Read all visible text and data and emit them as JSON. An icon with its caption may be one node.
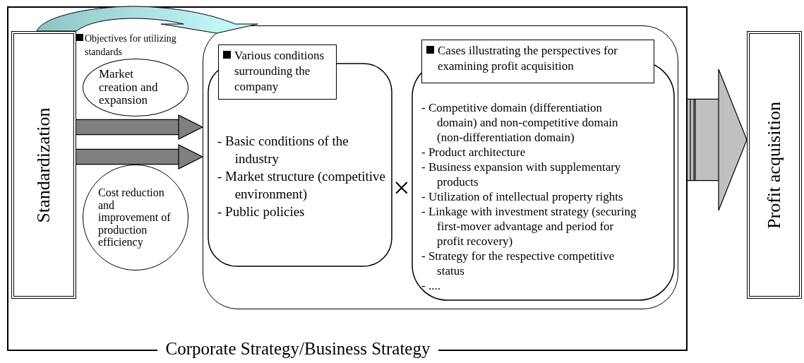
{
  "diagram": {
    "nodes": [
      {
        "text": [
          "Corporate Strategy/Business Strategy"
        ]
      },
      {
        "text": [
          "Standardization"
        ],
        "in": 0
      },
      {
        "text": [
          "Market creation and expansion"
        ],
        "in": 0
      },
      {
        "text": [
          "Cost reduction and improvement of production efficiency"
        ],
        "in": 0
      },
      {
        "text": [],
        "shape": "box",
        "in": 0
      },
      {
        "text": [
          "Various conditions surrounding the company",
          "- Basic conditions of the industry",
          "- Market structure (competitive environment)",
          "- Public policies"
        ],
        "in": 4
      },
      {
        "text": [
          "Cases illustrating the perspectives for examining profit acquisition",
          "- Competitive domain (differentiation domain) and non-competitive domain (non-differentiation domain)",
          "- Product architecture",
          "- Business expansion with supplementary products",
          "- Utilization of intellectual property rights",
          "- Linkage with investment strategy (securing first-mover advantage and period for profit recovery)",
          "- Strategy for the respective competitive status",
          "- ...."
        ],
        "in": 4
      },
      {
        "text": [
          "Profit acquisition"
        ]
      }
    ],
    "edges": [
      {
        "from": 1,
        "to": 4,
        "arrow": "to"
      },
      {
        "from": 1,
        "to": 4,
        "arrow": "to"
      },
      {
        "from": 1,
        "to": 4,
        "arrow": "to"
      },
      {
        "from": 0,
        "to": 7,
        "arrow": "to"
      }
    ],
    "labels": [
      "Objectives for utilizing standards",
      "×"
    ]
  }
}
